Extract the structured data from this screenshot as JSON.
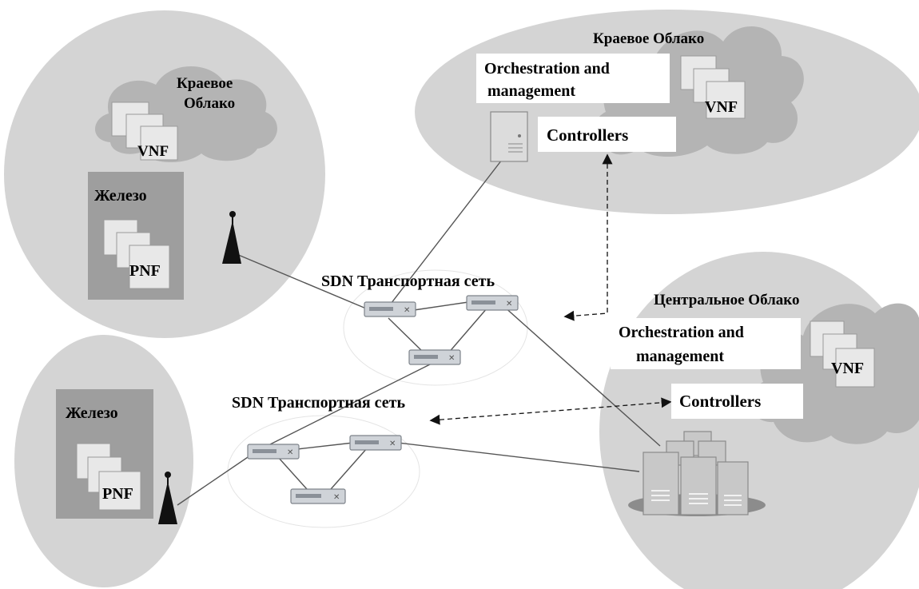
{
  "regions": {
    "edge_cloud_left": {
      "cloud_title_line1": "Краевое",
      "cloud_title_line2": "Облако",
      "vnf_label": "VNF",
      "hardware_title": "Железо",
      "pnf_label": "PNF"
    },
    "edge_cloud_top": {
      "cloud_title": "Краевое Облако",
      "orchestration_line1": "Orchestration and",
      "orchestration_line2": "management",
      "controllers_label": "Controllers",
      "vnf_label": "VNF"
    },
    "central_cloud": {
      "cloud_title": "Центральное Облако",
      "orchestration_line1": "Orchestration and",
      "orchestration_line2": "management",
      "controllers_label": "Controllers",
      "vnf_label": "VNF"
    },
    "hardware_bottom_left": {
      "hardware_title": "Железо",
      "pnf_label": "PNF"
    }
  },
  "transport_networks": {
    "upper_label": "SDN Транспортная сеть",
    "lower_label": "SDN Транспортная сеть"
  },
  "colors": {
    "region_fill": "#d4d4d4",
    "cloud_fill": "#b4b4b4",
    "hardware_fill": "#9e9e9e",
    "card_fill": "#e8e8e8",
    "label_box_fill": "#ffffff",
    "line": "#555555"
  }
}
